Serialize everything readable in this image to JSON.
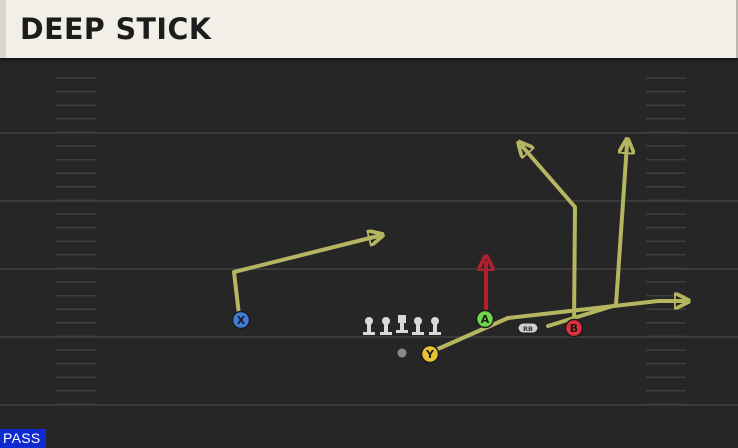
{
  "play": {
    "title": "DEEP STICK",
    "type_badge": "PASS"
  },
  "formation": {
    "players": [
      {
        "id": "X",
        "label": "X",
        "color": "#3f7fd9",
        "role": "receiver"
      },
      {
        "id": "Y",
        "label": "Y",
        "color": "#e8c235",
        "role": "receiver"
      },
      {
        "id": "A",
        "label": "A",
        "color": "#6fd64b",
        "role": "receiver"
      },
      {
        "id": "B",
        "label": "B",
        "color": "#e0313b",
        "role": "receiver"
      },
      {
        "id": "RB",
        "label": "RB",
        "color": "#cfcfcf",
        "role": "running-back"
      }
    ]
  },
  "colors": {
    "route": "#b6b660",
    "block_route": "#b1202e",
    "field_line": "#3b3b3b",
    "hash_mark": "#3f3f3f",
    "header_bg": "#f1efe8",
    "badge_bg": "#0f2ad0"
  }
}
